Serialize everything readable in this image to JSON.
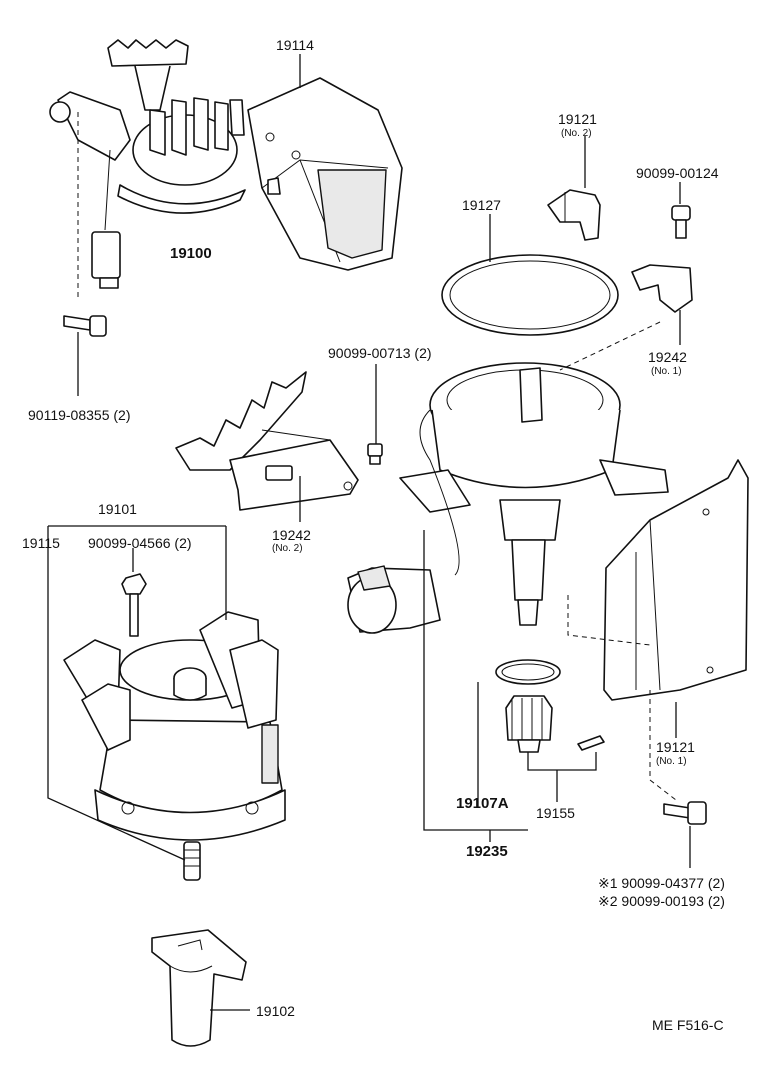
{
  "labels": {
    "p19114": "19114",
    "p19100": "19100",
    "p19121_no2": "19121",
    "p19121_no2_sub": "(No. 2)",
    "p90099_00124": "90099-00124",
    "p19127": "19127",
    "p19242_no1": "19242",
    "p19242_no1_sub": "(No. 1)",
    "p90099_00713": "90099-00713 (2)",
    "p90119_08355": "90119-08355 (2)",
    "p19101": "19101",
    "p19115": "19115",
    "p90099_04566": "90099-04566 (2)",
    "p19242_no2": "19242",
    "p19242_no2_sub": "(No. 2)",
    "p19121_no1": "19121",
    "p19121_no1_sub": "(No. 1)",
    "p19107a": "19107A",
    "p19155": "19155",
    "p19235": "19235",
    "p90099_04377": "※1 90099-04377 (2)",
    "p90099_00193": "※2 90099-00193 (2)",
    "p19102": "19102",
    "footer_code": "ME  F516-C"
  }
}
